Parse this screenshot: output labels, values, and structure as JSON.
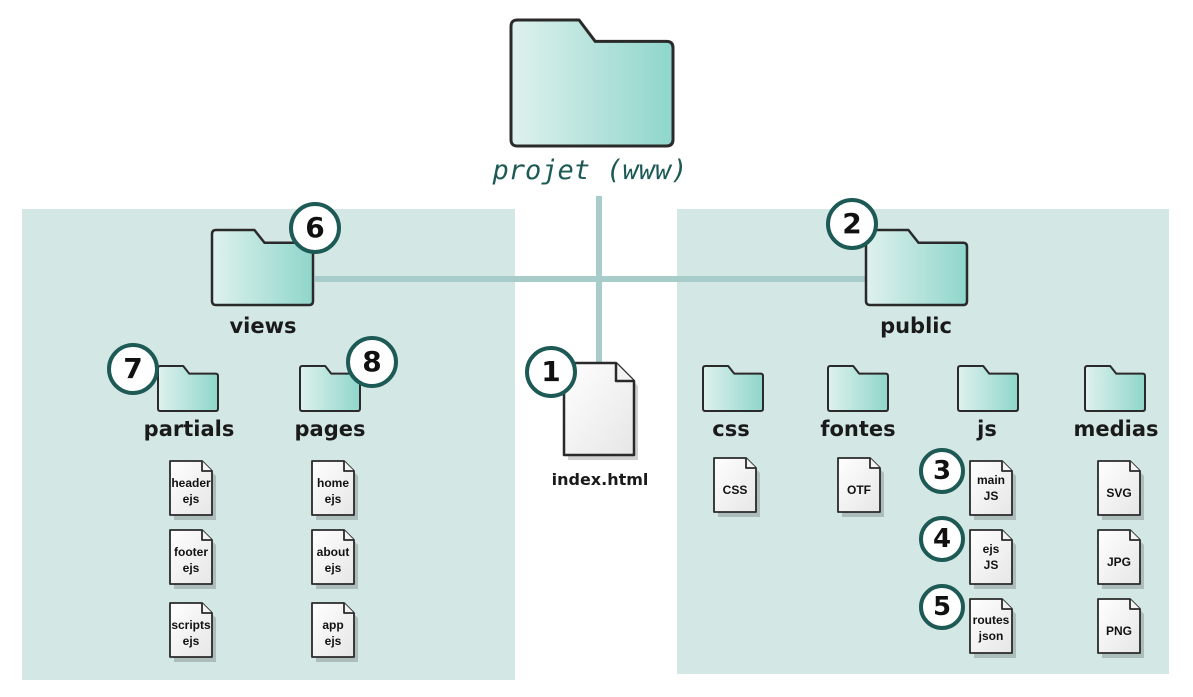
{
  "colors": {
    "panel": "#d3e7e4",
    "connector": "#a8ccca",
    "folder_light": "#dff1ee",
    "folder_dark": "#8fd6cb",
    "badge_border": "#1d5a55",
    "root_label": "#1d5a55"
  },
  "root": {
    "label": "projet (www)",
    "icon": "folder-icon"
  },
  "index_file": {
    "label": "index.html",
    "badge": "1",
    "icon": "file-icon"
  },
  "views": {
    "label": "views",
    "badge": "6",
    "partials": {
      "label": "partials",
      "badge": "7",
      "files": [
        {
          "line1": "header",
          "line2": "ejs"
        },
        {
          "line1": "footer",
          "line2": "ejs"
        },
        {
          "line1": "scripts",
          "line2": "ejs"
        }
      ]
    },
    "pages": {
      "label": "pages",
      "badge": "8",
      "files": [
        {
          "line1": "home",
          "line2": "ejs"
        },
        {
          "line1": "about",
          "line2": "ejs"
        },
        {
          "line1": "app",
          "line2": "ejs"
        }
      ]
    }
  },
  "public": {
    "label": "public",
    "badge": "2",
    "css": {
      "label": "css",
      "files": [
        {
          "line1": "CSS"
        }
      ]
    },
    "fontes": {
      "label": "fontes",
      "files": [
        {
          "line1": "OTF"
        }
      ]
    },
    "js": {
      "label": "js",
      "files": [
        {
          "line1": "main",
          "line2": "JS",
          "badge": "3"
        },
        {
          "line1": "ejs",
          "line2": "JS",
          "badge": "4"
        },
        {
          "line1": "routes",
          "line2": "json",
          "badge": "5"
        }
      ]
    },
    "medias": {
      "label": "medias",
      "files": [
        {
          "line1": "SVG"
        },
        {
          "line1": "JPG"
        },
        {
          "line1": "PNG"
        }
      ]
    }
  }
}
